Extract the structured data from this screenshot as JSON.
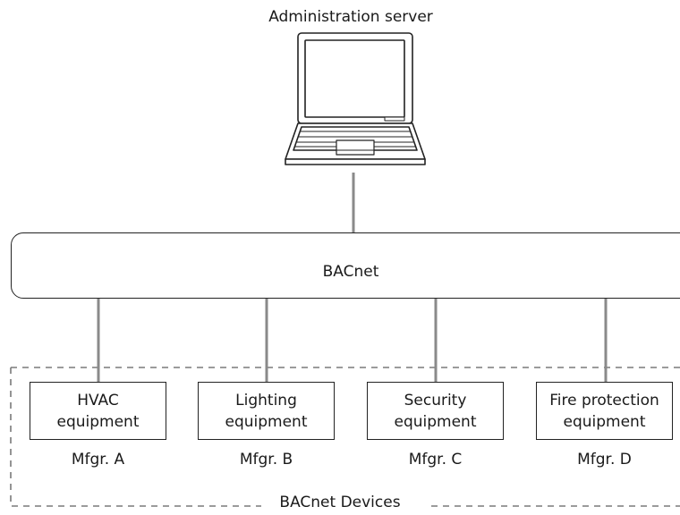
{
  "server": {
    "label": "Administration server"
  },
  "network": {
    "label": "BACnet"
  },
  "devices": [
    {
      "name": "HVAC\nequipment",
      "mfgr": "Mfgr. A"
    },
    {
      "name": "Lighting\nequipment",
      "mfgr": "Mfgr. B"
    },
    {
      "name": "Security\nequipment",
      "mfgr": "Mfgr. C"
    },
    {
      "name": "Fire protection\nequipment",
      "mfgr": "Mfgr. D"
    }
  ],
  "group": {
    "label": "BACnet Devices"
  },
  "colors": {
    "line": "#222222",
    "connector": "#8a8a8a",
    "dash": "#7a7a7a"
  }
}
